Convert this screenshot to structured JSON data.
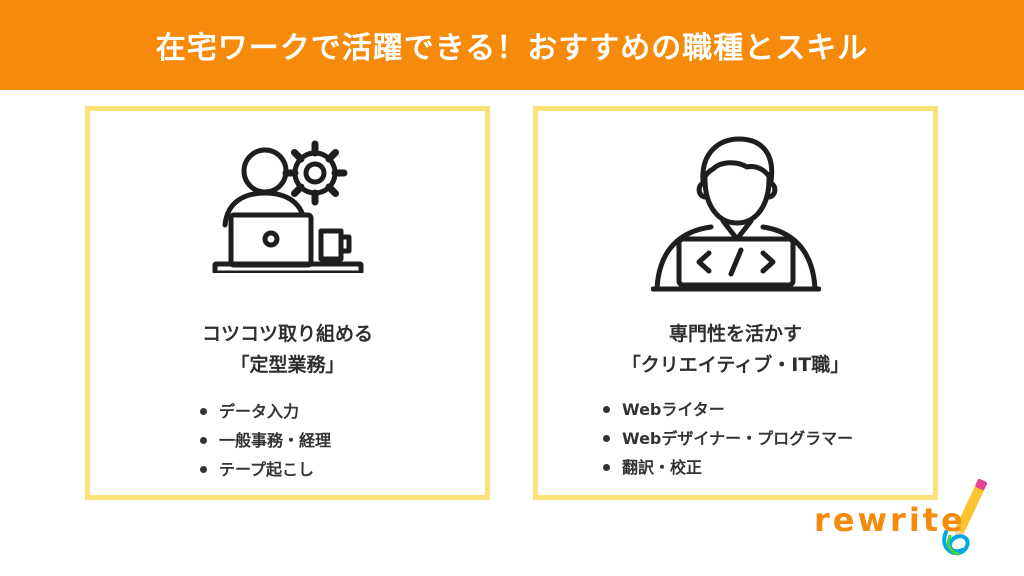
{
  "header": {
    "title": "在宅ワークで活躍できる！おすすめの職種とスキル"
  },
  "cards": [
    {
      "heading_line1": "コツコツ取り組める",
      "heading_line2": "「定型業務」",
      "icon": "person-laptop-gear-icon",
      "items": [
        "データ入力",
        "一般事務・経理",
        "テープ起こし"
      ]
    },
    {
      "heading_line1": "専門性を活かす",
      "heading_line2": "「クリエイティブ・IT職」",
      "icon": "developer-laptop-code-icon",
      "items": [
        "Webライター",
        "Webデザイナー・プログラマー",
        "翻訳・校正"
      ]
    }
  ],
  "logo": {
    "text": "rewrite",
    "icon": "pencil-logo-icon"
  },
  "colors": {
    "header_bg": "#f58a0b",
    "card_border": "#fde27a",
    "logo_orange": "#f58a0b"
  }
}
